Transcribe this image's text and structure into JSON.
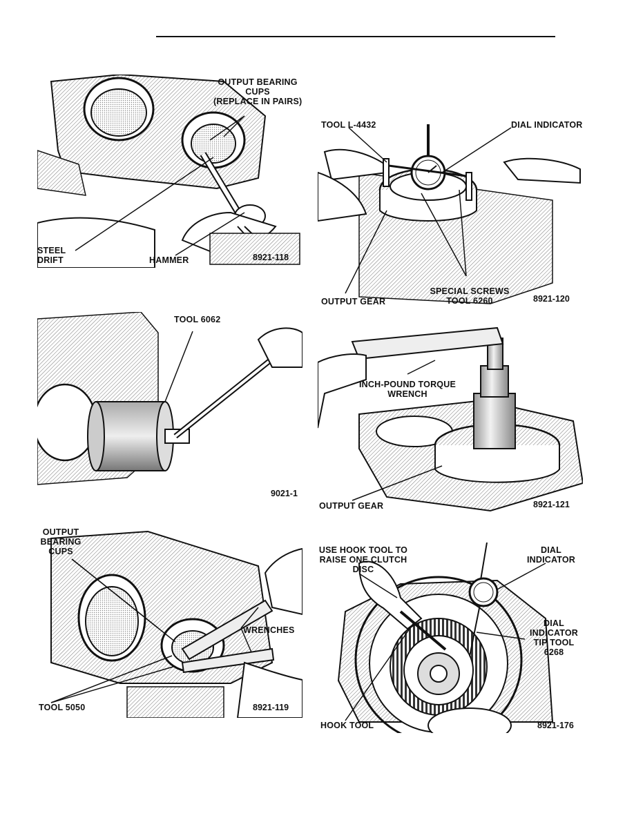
{
  "figures": [
    {
      "id": "8921-118",
      "number": "8921-118",
      "labels": [
        "OUTPUT BEARING",
        "CUPS",
        "(REPLACE IN PAIRS)",
        "STEEL",
        "DRIFT",
        "HAMMER"
      ]
    },
    {
      "id": "8921-120",
      "number": "8921-120",
      "labels": [
        "TOOL L-4432",
        "DIAL INDICATOR",
        "SPECIAL SCREWS",
        "TOOL 6260",
        "OUTPUT GEAR"
      ]
    },
    {
      "id": "9021-1",
      "number": "9021-1",
      "labels": [
        "TOOL 6062"
      ]
    },
    {
      "id": "8921-121",
      "number": "8921-121",
      "labels": [
        "INCH-POUND TORQUE",
        "WRENCH",
        "OUTPUT GEAR"
      ]
    },
    {
      "id": "8921-119",
      "number": "8921-119",
      "labels": [
        "OUTPUT",
        "BEARING",
        "CUPS",
        "WRENCHES",
        "TOOL 5050"
      ]
    },
    {
      "id": "8921-176",
      "number": "8921-176",
      "labels": [
        "USE HOOK TOOL TO",
        "RAISE ONE CLUTCH",
        "DISC",
        "DIAL",
        "INDICATOR",
        "DIAL",
        "INDICATOR",
        "TIP TOOL",
        "6268",
        "HOOK TOOL"
      ]
    }
  ]
}
